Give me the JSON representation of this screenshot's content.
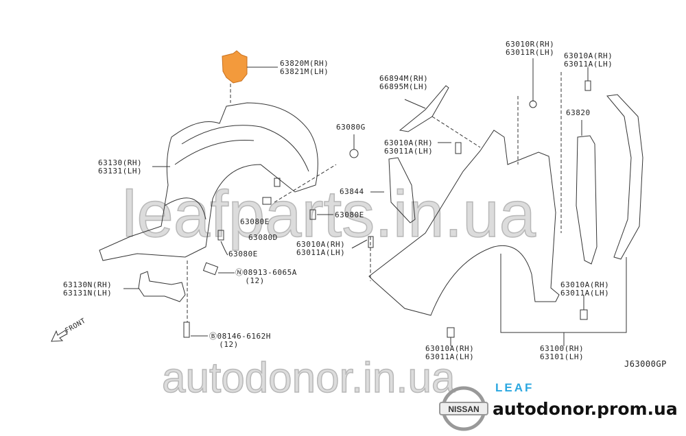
{
  "diagram": {
    "code": "J63000GP",
    "front_label": "FRONT",
    "labels": [
      {
        "id": "bracket-orange",
        "rh": "63820M(RH)",
        "lh": "63821M(LH)"
      },
      {
        "id": "fender-protector",
        "rh": "63130(RH)",
        "lh": "63131(LH)"
      },
      {
        "id": "clip-g",
        "text": "63080G"
      },
      {
        "id": "part-63844",
        "text": "63844"
      },
      {
        "id": "clip-e1",
        "text": "63080E"
      },
      {
        "id": "clip-e2",
        "text": "63080E"
      },
      {
        "id": "clip-d",
        "text": "63080D"
      },
      {
        "id": "clip-e3",
        "text": "63080E"
      },
      {
        "id": "bolt-mid",
        "rh": "63010A(RH)",
        "lh": "63011A(LH)"
      },
      {
        "id": "nut-n",
        "text": "08913-6065A",
        "qty": "(12)",
        "prefix": "N"
      },
      {
        "id": "protector-lower",
        "rh": "63130N(RH)",
        "lh": "63131N(LH)"
      },
      {
        "id": "bolt-b",
        "text": "08146-6162H",
        "qty": "(12)",
        "prefix": "B"
      },
      {
        "id": "seal",
        "rh": "66894M(RH)",
        "lh": "66895M(LH)"
      },
      {
        "id": "bolt-upper-left",
        "rh": "63010A(RH)",
        "lh": "63011A(LH)"
      },
      {
        "id": "retainer",
        "rh": "63010R(RH)",
        "lh": "63011R(LH)"
      },
      {
        "id": "bolt-upper-right",
        "rh": "63010A(RH)",
        "lh": "63011A(LH)"
      },
      {
        "id": "insulator",
        "text": "63820"
      },
      {
        "id": "bolt-lower-right",
        "rh": "63010A(RH)",
        "lh": "63011A(LH)"
      },
      {
        "id": "bolt-bottom",
        "rh": "63010A(RH)",
        "lh": "63011A(LH)"
      },
      {
        "id": "fender",
        "rh": "63100(RH)",
        "lh": "63101(LH)"
      }
    ]
  },
  "watermarks": {
    "main": "leafparts.in.ua",
    "bottom": "autodonor.in.ua"
  },
  "branding": {
    "logo": "NISSAN",
    "model": "LEAF",
    "site": "autodonor.prom.ua"
  },
  "colors": {
    "highlight": "#f39a3c",
    "leaf": "#2aa7e0"
  }
}
